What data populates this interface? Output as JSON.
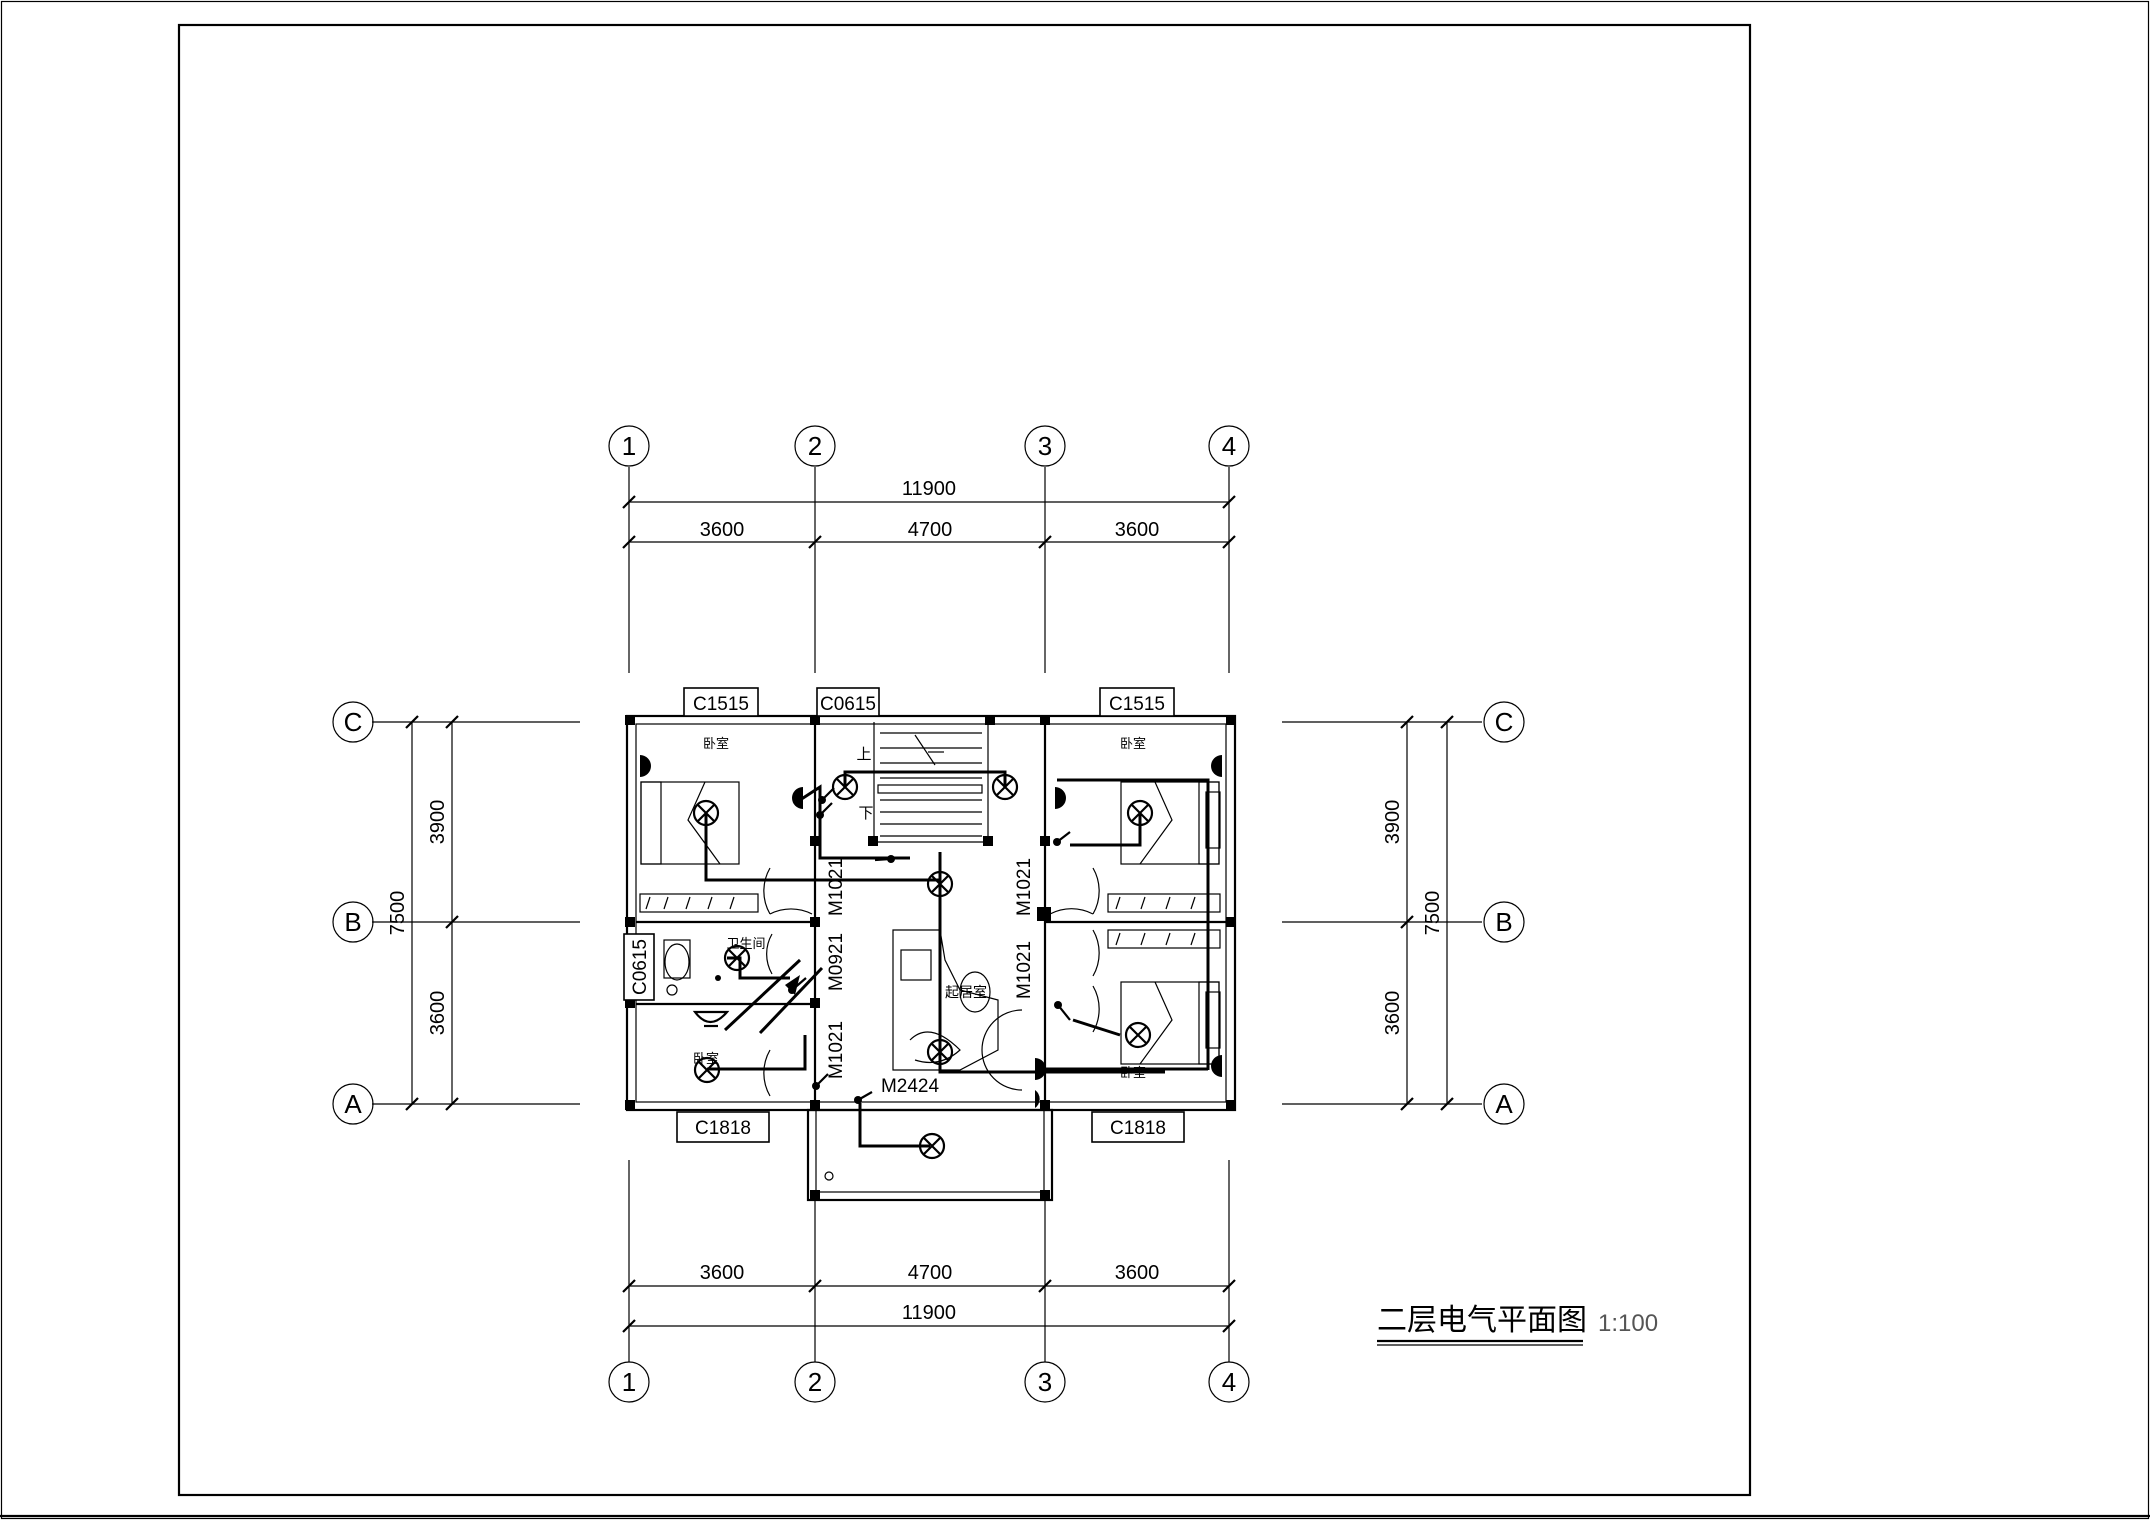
{
  "drawing": {
    "title": "二层电气平面图",
    "scale": "1:100"
  },
  "grid": {
    "columns": [
      "1",
      "2",
      "3",
      "4"
    ],
    "rows": [
      "C",
      "B",
      "A"
    ]
  },
  "dimensions": {
    "top_total": "11900",
    "top_parts": [
      "3600",
      "4700",
      "3600"
    ],
    "bottom_total": "11900",
    "bottom_parts": [
      "3600",
      "4700",
      "3600"
    ],
    "left_total": "7500",
    "left_parts": [
      "3900",
      "3600"
    ],
    "right_total": "7500",
    "right_parts": [
      "3900",
      "3600"
    ]
  },
  "window_tags": {
    "c1515_left": "C1515",
    "c0615_top": "C0615",
    "c1515_right": "C1515",
    "c0615_left": "C0615",
    "c1818_left": "C1818",
    "c1818_right": "C1818"
  },
  "door_tags": {
    "m1021_a": "M1021",
    "m1021_b": "M1021",
    "m1021_c": "M1021",
    "m1021_d": "M1021",
    "m0921": "M0921",
    "m2424": "M2424"
  },
  "room_labels": {
    "bedroom_nw": "卧室",
    "bedroom_ne": "卧室",
    "bedroom_se": "卧室",
    "bathroom": "卫生间",
    "living": "起居室",
    "stair_up": "上",
    "stair_down": "下",
    "bedroom_sw": "卧室"
  }
}
